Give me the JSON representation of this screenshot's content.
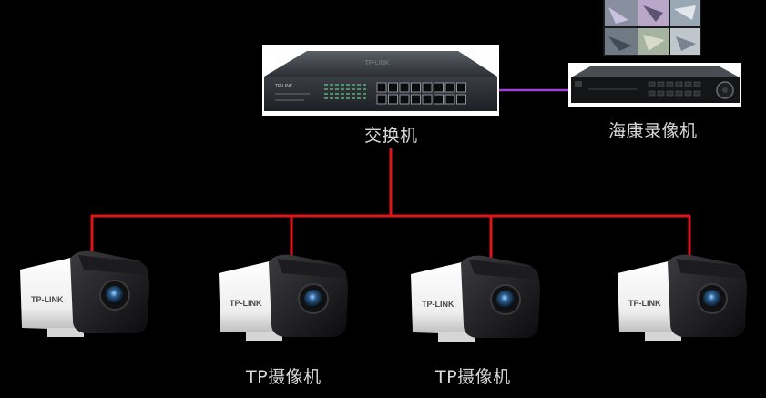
{
  "switch": {
    "label": "交换机",
    "brand": "TP-LINK",
    "port_count": 16
  },
  "nvr": {
    "label": "海康录像机"
  },
  "cameras": [
    {
      "brand": "TP-LINK",
      "label": ""
    },
    {
      "brand": "TP-LINK",
      "label": "TP摄像机"
    },
    {
      "brand": "TP-LINK",
      "label": "TP摄像机"
    },
    {
      "brand": "TP-LINK",
      "label": ""
    }
  ],
  "colors": {
    "background": "#000000",
    "camera_cable": "#e0141b",
    "nvr_link": "#a040d8",
    "label_text": "#d9d9d9"
  }
}
